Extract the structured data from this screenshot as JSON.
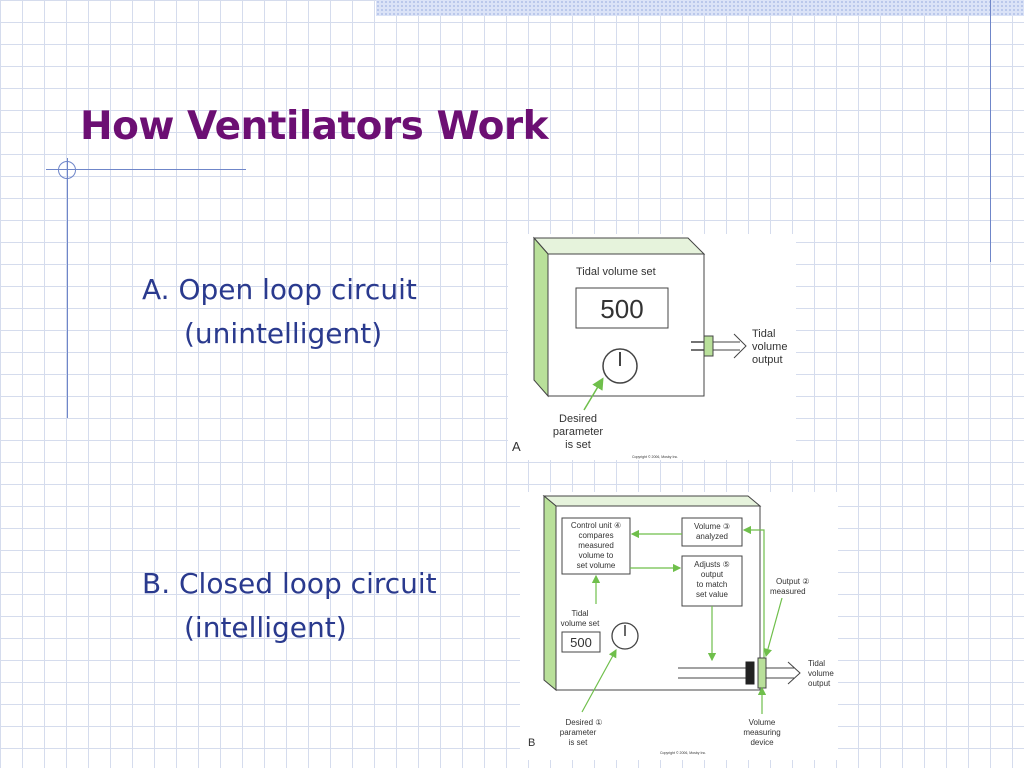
{
  "slide": {
    "title": "How Ventilators Work",
    "bullets": [
      {
        "line1": "A. Open loop circuit",
        "line2": "(unintelligent)"
      },
      {
        "line1": "B. Closed loop circuit",
        "line2": "(intelligent)"
      }
    ]
  },
  "colors": {
    "title": "#6c0f73",
    "bullet_text": "#2a3a8e",
    "grid": "#d5dced",
    "accent_line": "#6f86c9",
    "box_side": "#b9e09a",
    "arrow_green": "#6fbf4b"
  },
  "figure_a": {
    "panel_label": "A",
    "header": "Tidal volume set",
    "value": "500",
    "output_label": [
      "Tidal",
      "volume",
      "output"
    ],
    "input_label": [
      "Desired",
      "parameter",
      "is set"
    ],
    "copyright": "Copyright © 2006, Mosby Inc."
  },
  "figure_b": {
    "panel_label": "B",
    "control_unit": [
      "Control unit ④",
      "compares",
      "measured",
      "volume to",
      "set volume"
    ],
    "volume_analyzed": [
      "Volume ③",
      "analyzed"
    ],
    "adjusts": [
      "Adjusts ⑤",
      "output",
      "to match",
      "set value"
    ],
    "output_measured": [
      "Output ②",
      "measured"
    ],
    "tidal_set_label": [
      "Tidal",
      "volume set"
    ],
    "value": "500",
    "output_label": [
      "Tidal",
      "volume",
      "output"
    ],
    "input_label": [
      "Desired ①",
      "parameter",
      "is set"
    ],
    "device_label": [
      "Volume",
      "measuring",
      "device"
    ],
    "copyright": "Copyright © 2006, Mosby Inc."
  }
}
